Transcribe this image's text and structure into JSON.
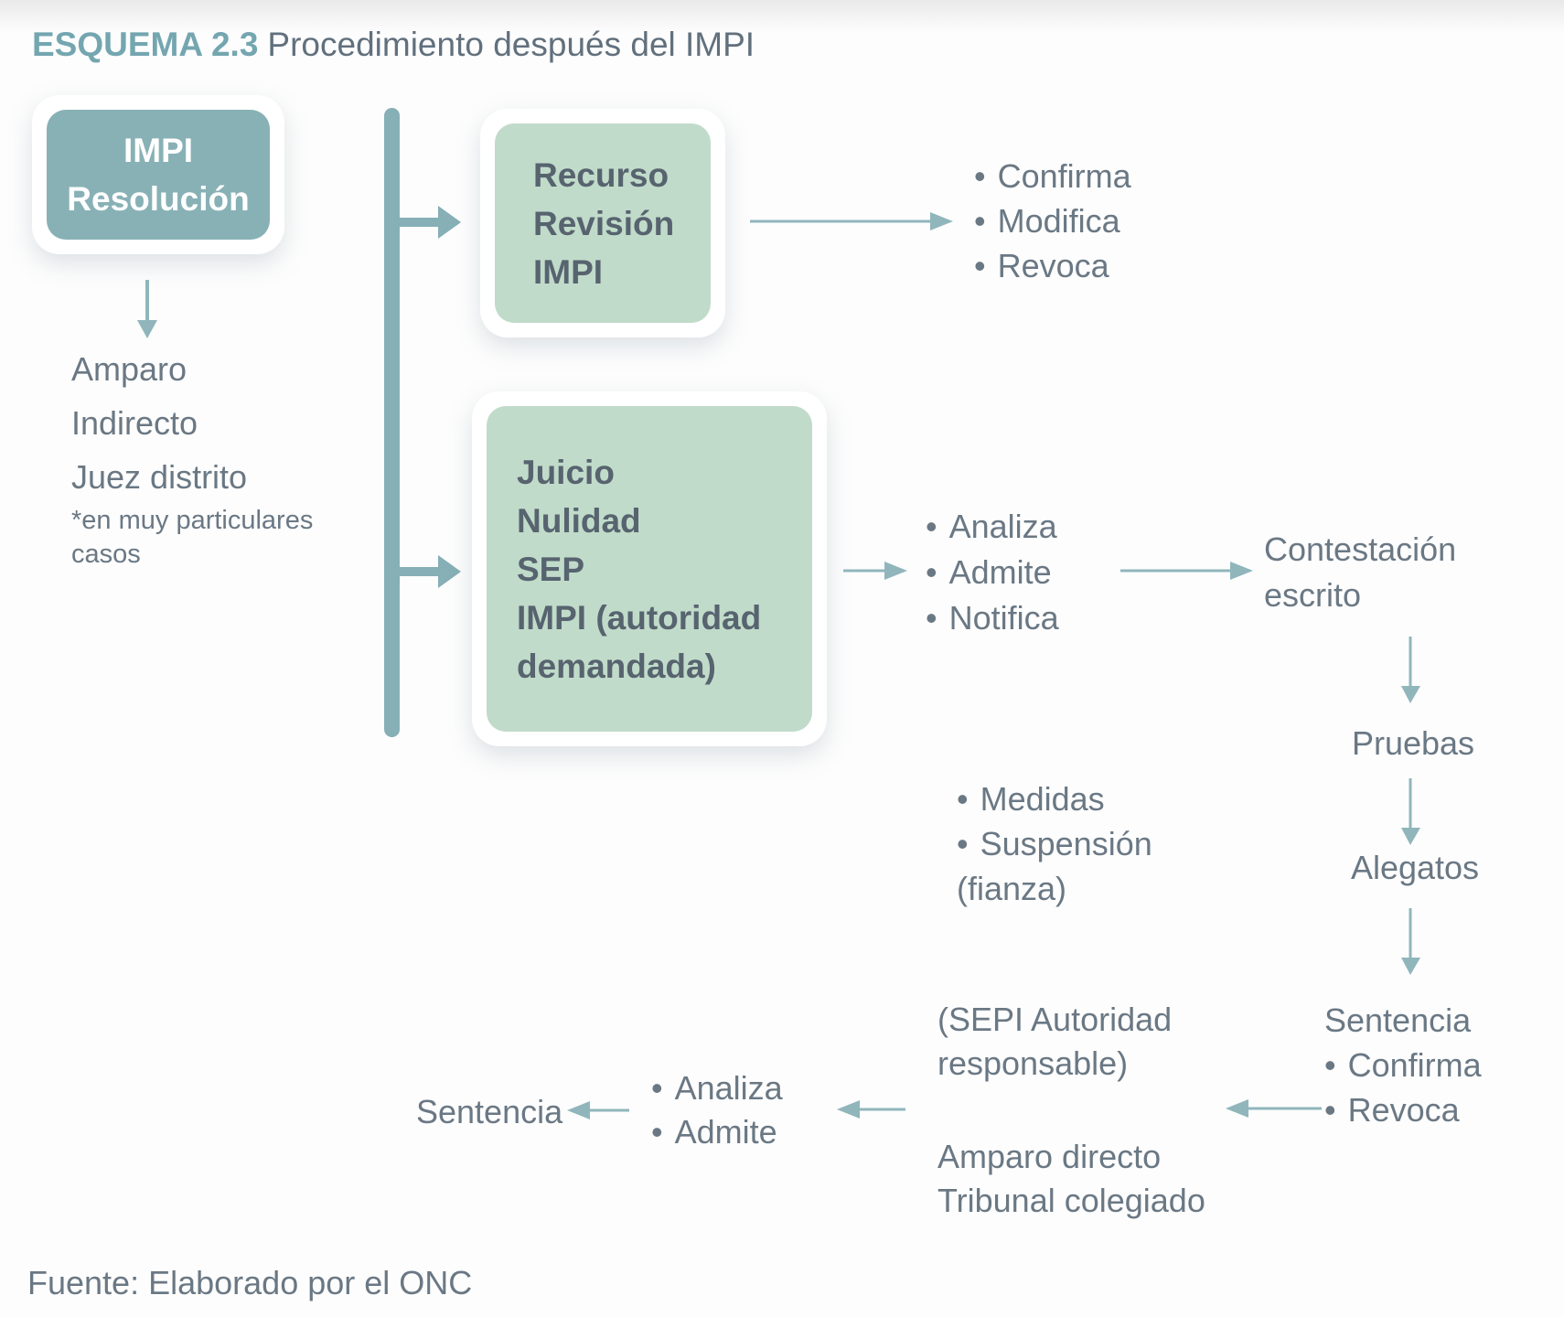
{
  "bullet": "•",
  "title": {
    "tag": "ESQUEMA 2.3",
    "text": "Procedimiento después del IMPI"
  },
  "source": "Fuente: Elaborado por el ONC",
  "colors": {
    "teal_box": "#88b1b6",
    "green_box": "#c1dbca",
    "flow_bar": "#86afb6",
    "thin_arrow": "#90b6bc",
    "text_gray": "#6a7884",
    "text_dark": "#57646f",
    "title_teal": "#74a6b0"
  },
  "nodes": {
    "impi_resolution": {
      "line1": "IMPI",
      "line2": "Resolución"
    },
    "amparo_indirect": {
      "line1": "Amparo",
      "line2": "Indirecto",
      "line3": "Juez distrito",
      "note1": "*en muy particulares",
      "note2": "casos"
    },
    "recurso_revision": {
      "line1": "Recurso",
      "line2": "Revisión",
      "line3": "IMPI"
    },
    "recurso_outcomes": [
      "Confirma",
      "Modifica",
      "Revoca"
    ],
    "juicio_nulidad": {
      "line1": "Juicio",
      "line2": "Nulidad",
      "line3": "SEP",
      "line4": "IMPI (autoridad",
      "line5": "demandada)"
    },
    "juicio_actions": [
      "Analiza",
      "Admite",
      "Notifica"
    ],
    "contestacion": {
      "line1": "Contestación",
      "line2": "escrito"
    },
    "pruebas": "Pruebas",
    "alegatos": "Alegatos",
    "medidas": {
      "item1": "Medidas",
      "item2": "Suspensión",
      "note": "(fianza)"
    },
    "sentencia_revision": {
      "title": "Sentencia",
      "outcome1": "Confirma",
      "outcome2": "Revoca"
    },
    "sepi": {
      "line1": "(SEPI Autoridad",
      "line2": "responsable)"
    },
    "amparo_directo": {
      "line1": "Amparo directo",
      "line2": "Tribunal colegiado"
    },
    "final_actions": [
      "Analiza",
      "Admite"
    ],
    "sentencia_final": "Sentencia"
  }
}
